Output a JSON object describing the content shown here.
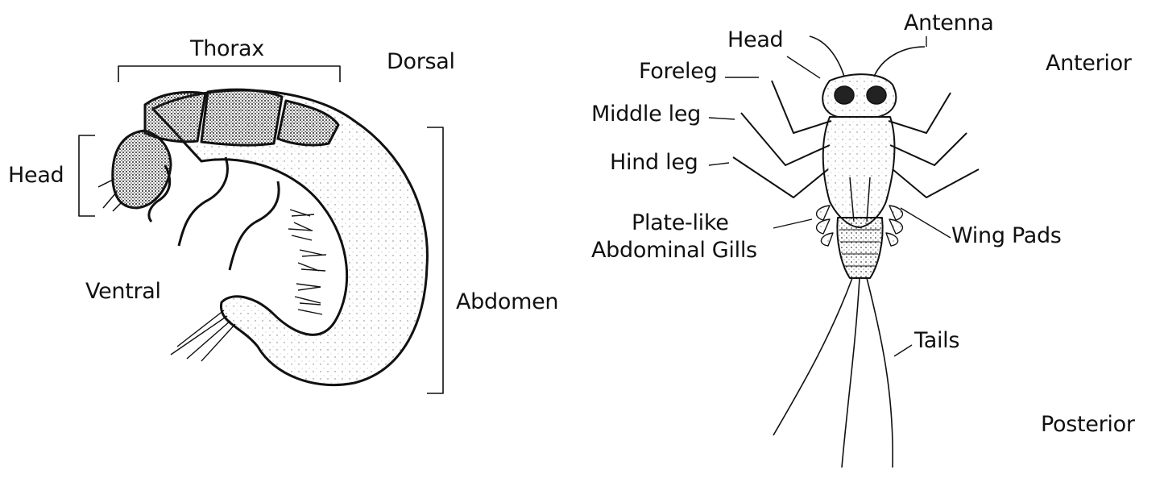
{
  "left_figure": {
    "labels": {
      "thorax": "Thorax",
      "dorsal": "Dorsal",
      "head": "Head",
      "ventral": "Ventral",
      "abdomen": "Abdomen"
    }
  },
  "right_figure": {
    "labels": {
      "head": "Head",
      "antenna": "Antenna",
      "anterior": "Anterior",
      "foreleg": "Foreleg",
      "middle_leg": "Middle leg",
      "hind_leg": "Hind leg",
      "gills_line1": "Plate-like",
      "gills_line2": "Abdominal Gills",
      "wing_pads": "Wing Pads",
      "tails": "Tails",
      "posterior": "Posterior"
    }
  },
  "colors": {
    "ink": "#111111",
    "paper": "#ffffff",
    "stipple": "#555555"
  }
}
